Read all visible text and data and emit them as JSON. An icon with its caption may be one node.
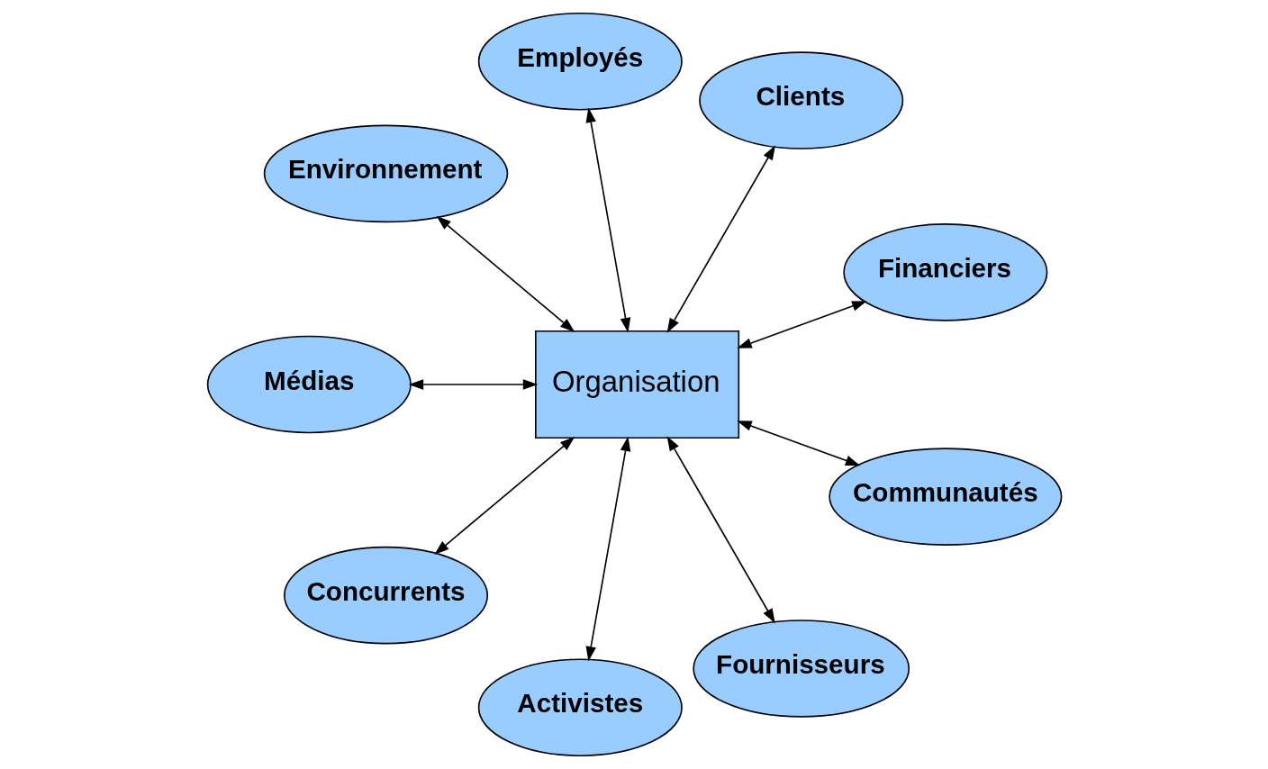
{
  "diagram": {
    "nodes": [
      {
        "text": [
          "Financiers"
        ]
      },
      {
        "text": [
          "Clients"
        ]
      },
      {
        "text": [
          "Employés"
        ]
      },
      {
        "text": [
          "Environnement"
        ]
      },
      {
        "text": [
          "Organisation"
        ]
      },
      {
        "text": [
          "Médias"
        ]
      },
      {
        "text": [
          "Concurrents"
        ]
      },
      {
        "text": [
          "Activistes"
        ]
      },
      {
        "text": [
          "Fournisseurs"
        ]
      },
      {
        "text": [
          "Communautés"
        ]
      }
    ],
    "edges": [
      {
        "from": 4,
        "to": 0,
        "arrow": "both"
      },
      {
        "from": 4,
        "to": 1,
        "arrow": "both"
      },
      {
        "from": 4,
        "to": 2,
        "arrow": "both"
      },
      {
        "from": 4,
        "to": 3,
        "arrow": "both"
      },
      {
        "from": 4,
        "to": 5,
        "arrow": "both"
      },
      {
        "from": 4,
        "to": 6,
        "arrow": "both"
      },
      {
        "from": 4,
        "to": 7,
        "arrow": "both"
      },
      {
        "from": 4,
        "to": 8,
        "arrow": "both"
      },
      {
        "from": 4,
        "to": 9,
        "arrow": "both"
      }
    ]
  }
}
